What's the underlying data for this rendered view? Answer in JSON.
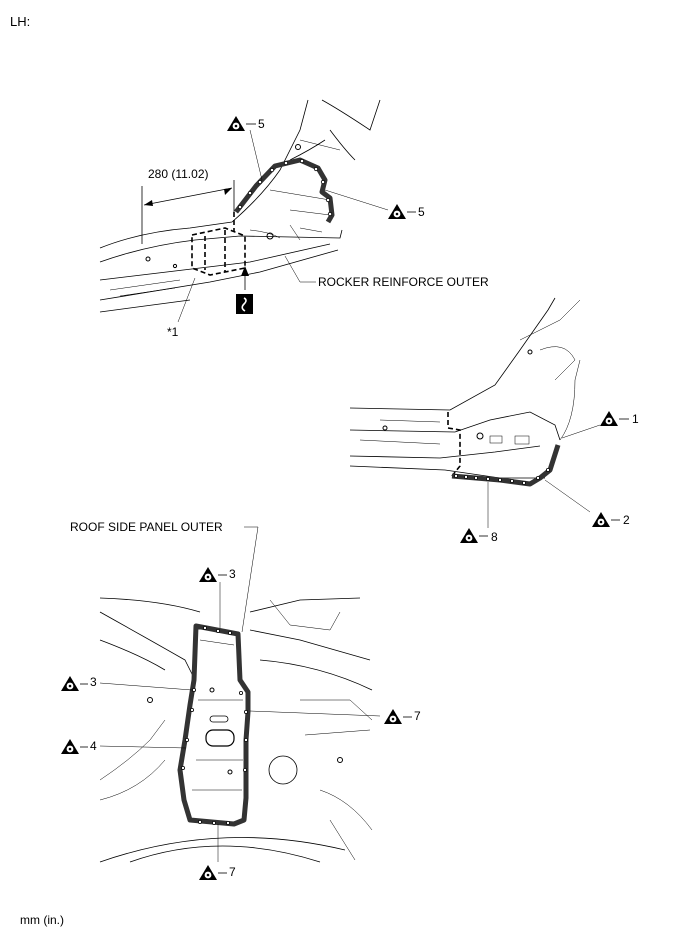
{
  "page_label": "LH:",
  "unit_note": "mm (in.)",
  "dimension_label": "280 (11.02)",
  "labels": {
    "rocker": "ROCKER REINFORCE OUTER",
    "roof_side": "ROOF SIDE PANEL OUTER",
    "note_ref": "*1"
  },
  "callouts": [
    {
      "id": "c5a",
      "num": "5"
    },
    {
      "id": "c5b",
      "num": "5"
    },
    {
      "id": "c1",
      "num": "1"
    },
    {
      "id": "c2",
      "num": "2"
    },
    {
      "id": "c8",
      "num": "8"
    },
    {
      "id": "c3a",
      "num": "3"
    },
    {
      "id": "c3b",
      "num": "3"
    },
    {
      "id": "c4",
      "num": "4"
    },
    {
      "id": "c7a",
      "num": "7"
    },
    {
      "id": "c7b",
      "num": "7"
    }
  ],
  "icons": {
    "weld_spot": "spot-weld-triangle-icon",
    "cut_symbol": "saw-cut-icon"
  }
}
